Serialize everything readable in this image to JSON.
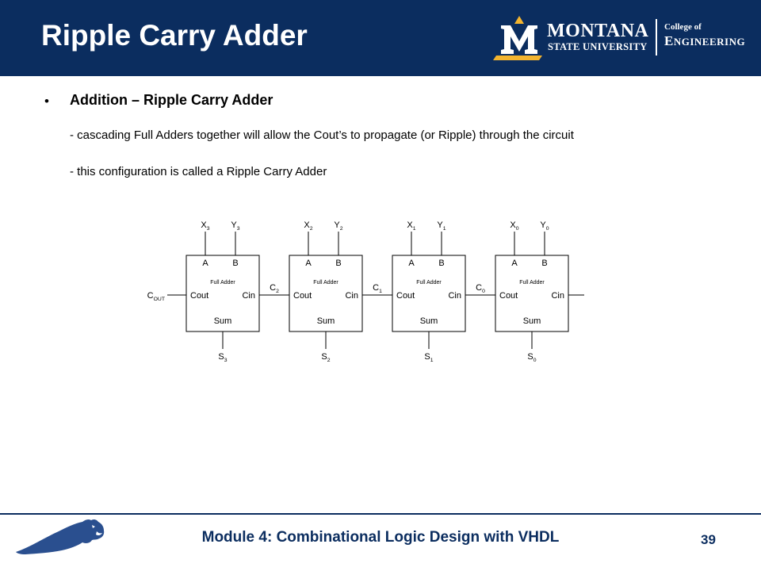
{
  "slide": {
    "title": "Ripple Carry Adder",
    "logo": {
      "university_main": "MONTANA",
      "university_sub": "STATE UNIVERSITY",
      "college_of": "College of",
      "engineering_cap": "E",
      "engineering_rest": "NGINEERING"
    },
    "bullet": {
      "symbol": "•",
      "title": "Addition – Ripple Carry Adder",
      "lines": [
        "- cascading Full Adders together will allow the Cout’s to propagate (or Ripple) through the circuit",
        "- this configuration is called a Ripple Carry Adder"
      ]
    },
    "footer": {
      "text": "Module 4: Combinational Logic Design with VHDL",
      "page": "39"
    },
    "colors": {
      "navy": "#0b2d5f",
      "gold": "#f3b42f"
    }
  },
  "diagram": {
    "box_label": "Full Adder",
    "pin_a": "A",
    "pin_b": "B",
    "pin_cout": "Cout",
    "pin_cin": "Cin",
    "pin_sum": "Sum",
    "cout_main": "C",
    "cout_sub": "OUT",
    "adders": [
      {
        "x_main": "X",
        "x_sub": "3",
        "y_main": "Y",
        "y_sub": "3",
        "s_main": "S",
        "s_sub": "3"
      },
      {
        "x_main": "X",
        "x_sub": "2",
        "y_main": "Y",
        "y_sub": "2",
        "s_main": "S",
        "s_sub": "2"
      },
      {
        "x_main": "X",
        "x_sub": "1",
        "y_main": "Y",
        "y_sub": "1",
        "s_main": "S",
        "s_sub": "1"
      },
      {
        "x_main": "X",
        "x_sub": "0",
        "y_main": "Y",
        "y_sub": "0",
        "s_main": "S",
        "s_sub": "0"
      }
    ],
    "carries": [
      {
        "main": "C",
        "sub": "2"
      },
      {
        "main": "C",
        "sub": "1"
      },
      {
        "main": "C",
        "sub": "0"
      }
    ]
  }
}
